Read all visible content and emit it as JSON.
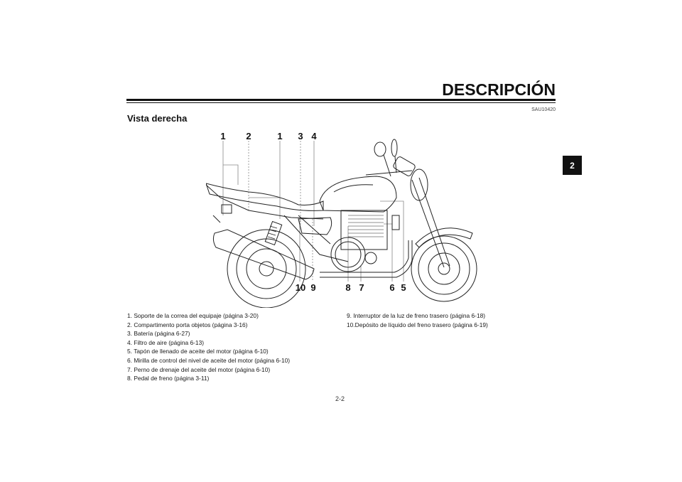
{
  "header": {
    "title": "DESCRIPCIÓN",
    "doc_code": "SAU10420"
  },
  "section": {
    "heading": "Vista derecha"
  },
  "chapter_tab": {
    "label": "2"
  },
  "figure": {
    "description": "Motorcycle right-side line illustration",
    "callouts_top": [
      "1",
      "2",
      "1",
      "3",
      "4"
    ],
    "callouts_bottom": [
      "10",
      "9",
      "8",
      "7",
      "6",
      "5"
    ]
  },
  "legend": {
    "left": [
      {
        "num": "1.",
        "text": "Soporte de la correa del equipaje (página 3-20)"
      },
      {
        "num": "2.",
        "text": "Compartimento porta objetos (página 3-16)"
      },
      {
        "num": "3.",
        "text": "Batería (página 6-27)"
      },
      {
        "num": "4.",
        "text": "Filtro de aire (página 6-13)"
      },
      {
        "num": "5.",
        "text": "Tapón de llenado de aceite del motor (página 6-10)"
      },
      {
        "num": "6.",
        "text": "Mirilla de control del nivel de aceite del motor (página 6-10)"
      },
      {
        "num": "7.",
        "text": "Perno de drenaje del aceite del motor (página 6-10)"
      },
      {
        "num": "8.",
        "text": "Pedal de freno (página 3-11)"
      }
    ],
    "right": [
      {
        "num": "9.",
        "text": "Interruptor de la luz de freno trasero (página 6-18)"
      },
      {
        "num": "10.",
        "text": "Depósito de líquido del freno trasero (página 6-19)"
      }
    ]
  },
  "footer": {
    "page_number": "2-2"
  }
}
